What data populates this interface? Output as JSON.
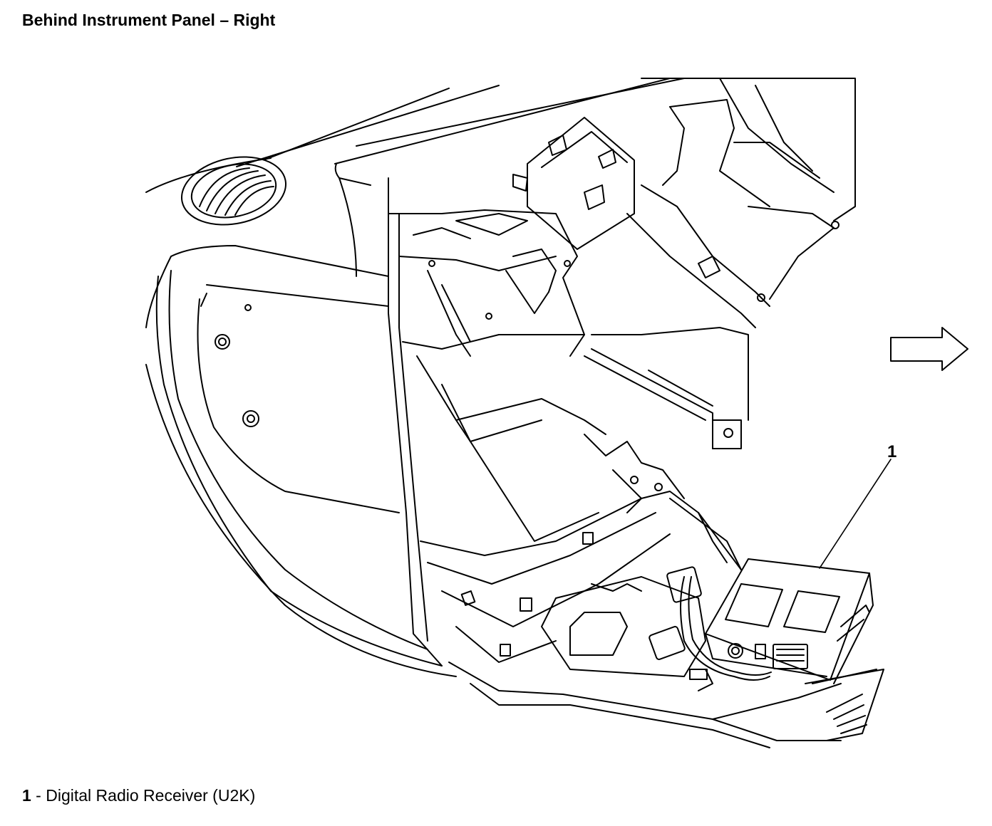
{
  "title": "Behind Instrument Panel – Right",
  "callouts": [
    {
      "number": "1",
      "sep": " - ",
      "label": "Digital Radio Receiver (U2K)"
    }
  ],
  "icons": {
    "direction_arrow": "right-arrow-icon"
  },
  "colors": {
    "line": "#000000",
    "background": "#ffffff"
  }
}
